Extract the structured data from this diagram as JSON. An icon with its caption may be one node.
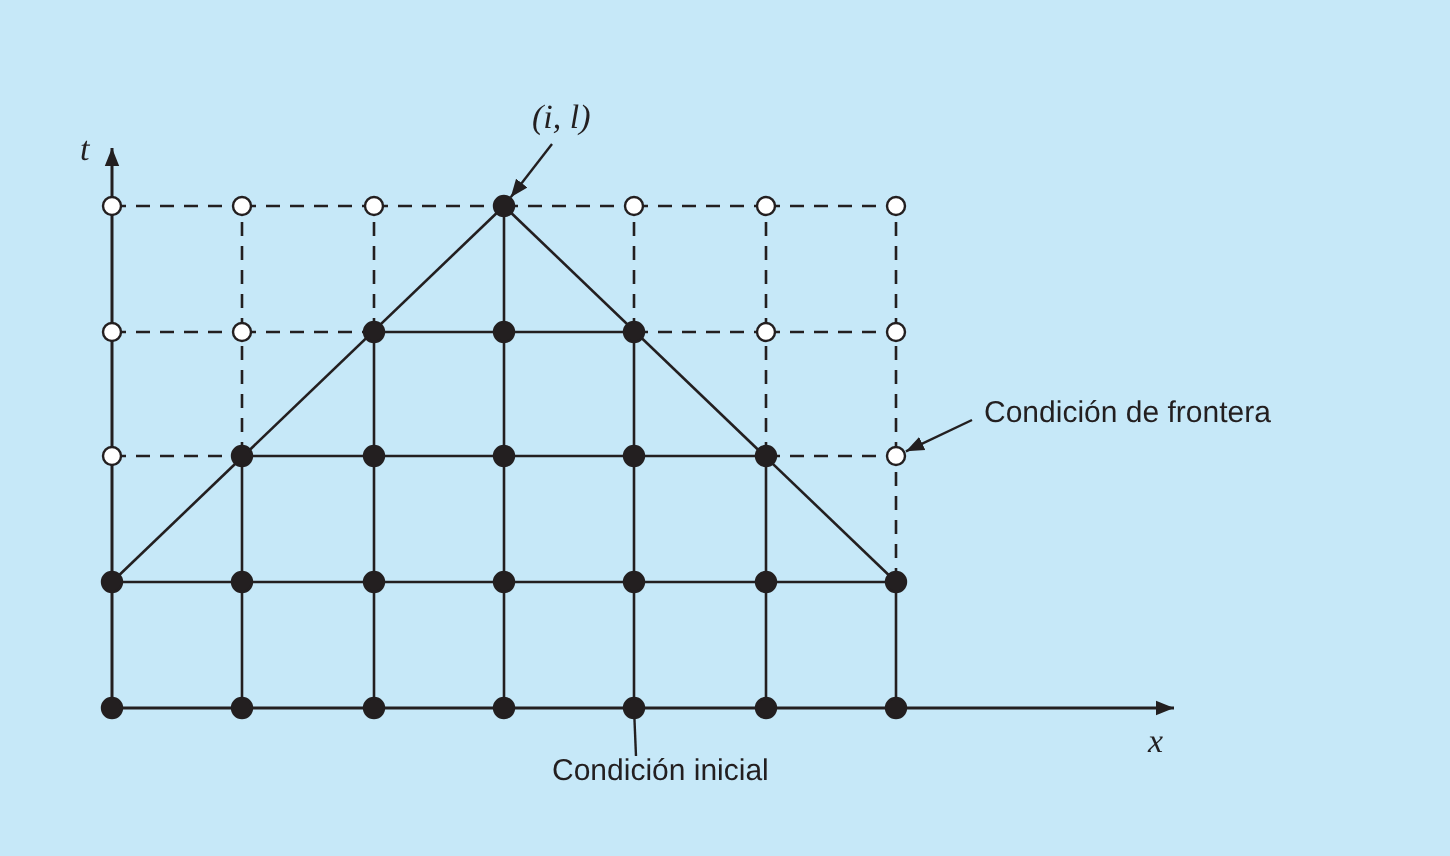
{
  "diagram": {
    "nodes": [
      {
        "text": [
          "(*i*, *l*)"
        ]
      },
      {
        "text": [],
        "shape": "circle"
      },
      {
        "text": [],
        "shape": "circle"
      },
      {
        "text": [],
        "shape": "circle"
      },
      {
        "text": [],
        "shape": "circle"
      },
      {
        "text": [],
        "shape": "circle"
      },
      {
        "text": [],
        "shape": "circle"
      },
      {
        "text": [],
        "shape": "circle"
      },
      {
        "text": [],
        "shape": "circle"
      },
      {
        "text": [],
        "shape": "circle"
      },
      {
        "text": [],
        "shape": "circle"
      },
      {
        "text": [],
        "shape": "circle"
      },
      {
        "text": [],
        "shape": "circle"
      },
      {
        "text": [],
        "shape": "circle"
      },
      {
        "text": [],
        "shape": "circle"
      },
      {
        "text": [
          "Condición de frontera"
        ]
      },
      {
        "text": [],
        "shape": "circle"
      },
      {
        "text": [],
        "shape": "circle"
      },
      {
        "text": [],
        "shape": "circle"
      },
      {
        "text": [],
        "shape": "circle"
      },
      {
        "text": [],
        "shape": "circle"
      },
      {
        "text": [],
        "shape": "circle"
      },
      {
        "text": [],
        "shape": "circle"
      },
      {
        "text": [],
        "shape": "circle"
      },
      {
        "text": [],
        "shape": "circle"
      },
      {
        "text": [],
        "shape": "circle"
      },
      {
        "text": [],
        "shape": "circle"
      },
      {
        "text": [],
        "shape": "circle"
      },
      {
        "text": [],
        "shape": "circle"
      },
      {
        "text": [],
        "shape": "circle"
      },
      {
        "text": [],
        "shape": "circle"
      },
      {
        "text": [],
        "shape": "circle"
      },
      {
        "text": [],
        "shape": "circle"
      },
      {
        "text": [],
        "shape": "circle"
      },
      {
        "text": [],
        "shape": "circle"
      },
      {
        "text": [],
        "shape": "circle"
      },
      {
        "text": [],
        "shape": "circle"
      },
      {
        "text": [
          "Condición inicial"
        ]
      }
    ],
    "edges": [
      {
        "from": 0,
        "to": 4,
        "arrow": "to"
      },
      {
        "from": 15,
        "to": 22,
        "arrow": "to"
      },
      {
        "from": 37,
        "to": 34,
        "arrow": "none"
      }
    ],
    "labels": [
      "t",
      "x"
    ]
  }
}
